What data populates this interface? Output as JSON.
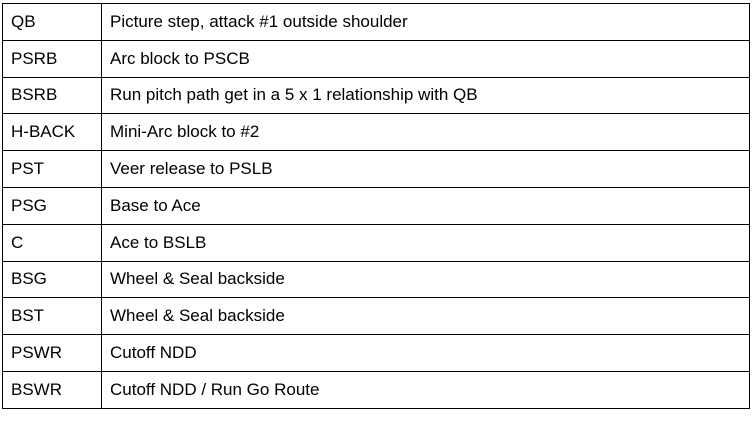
{
  "table": {
    "rows": [
      {
        "position": "QB",
        "assignment": "Picture step, attack #1 outside shoulder"
      },
      {
        "position": "PSRB",
        "assignment": "Arc block to PSCB"
      },
      {
        "position": "BSRB",
        "assignment": "Run pitch path get in a 5 x 1 relationship with QB"
      },
      {
        "position": "H-BACK",
        "assignment": "Mini-Arc block to #2"
      },
      {
        "position": "PST",
        "assignment": "Veer release to PSLB"
      },
      {
        "position": "PSG",
        "assignment": "Base to Ace"
      },
      {
        "position": "C",
        "assignment": "Ace to BSLB"
      },
      {
        "position": "BSG",
        "assignment": "Wheel & Seal backside"
      },
      {
        "position": "BST",
        "assignment": "Wheel & Seal backside"
      },
      {
        "position": "PSWR",
        "assignment": "Cutoff NDD"
      },
      {
        "position": "BSWR",
        "assignment": "Cutoff NDD / Run Go Route"
      }
    ]
  }
}
